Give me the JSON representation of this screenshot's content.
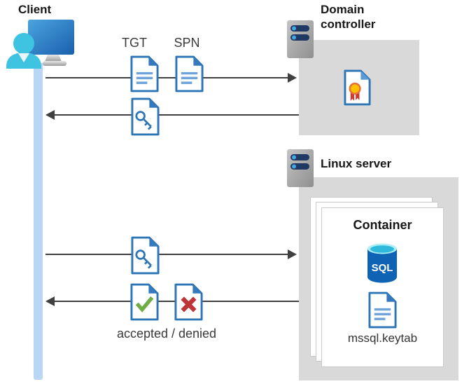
{
  "diagram_title": "Kerberos authentication flow: client, domain controller, Linux server SQL container",
  "labels": {
    "client": "Client",
    "domain_controller": "Domain controller",
    "linux_server": "Linux server",
    "container": "Container",
    "tgt": "TGT",
    "spn": "SPN",
    "accepted_denied": "accepted / denied",
    "keytab_file": "mssql.keytab",
    "sql": "SQL"
  },
  "icons": [
    "client-workstation-icon",
    "server-icon (domain controller)",
    "server-icon (linux server)",
    "tgt-ticket-document-icon",
    "spn-ticket-document-icon",
    "key-document-icon (service ticket, x2)",
    "certificate-document-icon",
    "accepted-check-document-icon",
    "denied-x-document-icon",
    "sql-database-icon",
    "keytab-document-icon"
  ],
  "flows": [
    {
      "from": "client",
      "to": "domain-controller",
      "direction": "right",
      "items": [
        "TGT",
        "SPN"
      ]
    },
    {
      "from": "domain-controller",
      "to": "client",
      "direction": "left",
      "items": [
        "service key ticket"
      ]
    },
    {
      "from": "client",
      "to": "linux-server-container",
      "direction": "right",
      "items": [
        "service key ticket"
      ]
    },
    {
      "from": "linux-server-container",
      "to": "client",
      "direction": "left",
      "items": [
        "accepted",
        "denied"
      ]
    }
  ],
  "colors": {
    "doc_border_blue": "#2e75b6",
    "doc_fold_blue": "#3579be",
    "doc_line_blue": "#6fa3da",
    "check_green": "#6fae44",
    "cross_red": "#be3538",
    "lifeline_blue": "#bad6f5",
    "box_gray": "#d9d9d9",
    "arrow_gray": "#404040",
    "server_body_gray": "#a8a8a8",
    "server_bar_navy": "#203864",
    "server_dot_blue": "#41a8e0",
    "sql_body_blue": "#0f63b5",
    "sql_top_cyan": "#2fb9db",
    "monitor_blue": "#2d7fc4",
    "person_cyan": "#3ec4e0",
    "seal_yellow": "#ffc000",
    "seal_ribbon_red": "#ce3b35"
  }
}
